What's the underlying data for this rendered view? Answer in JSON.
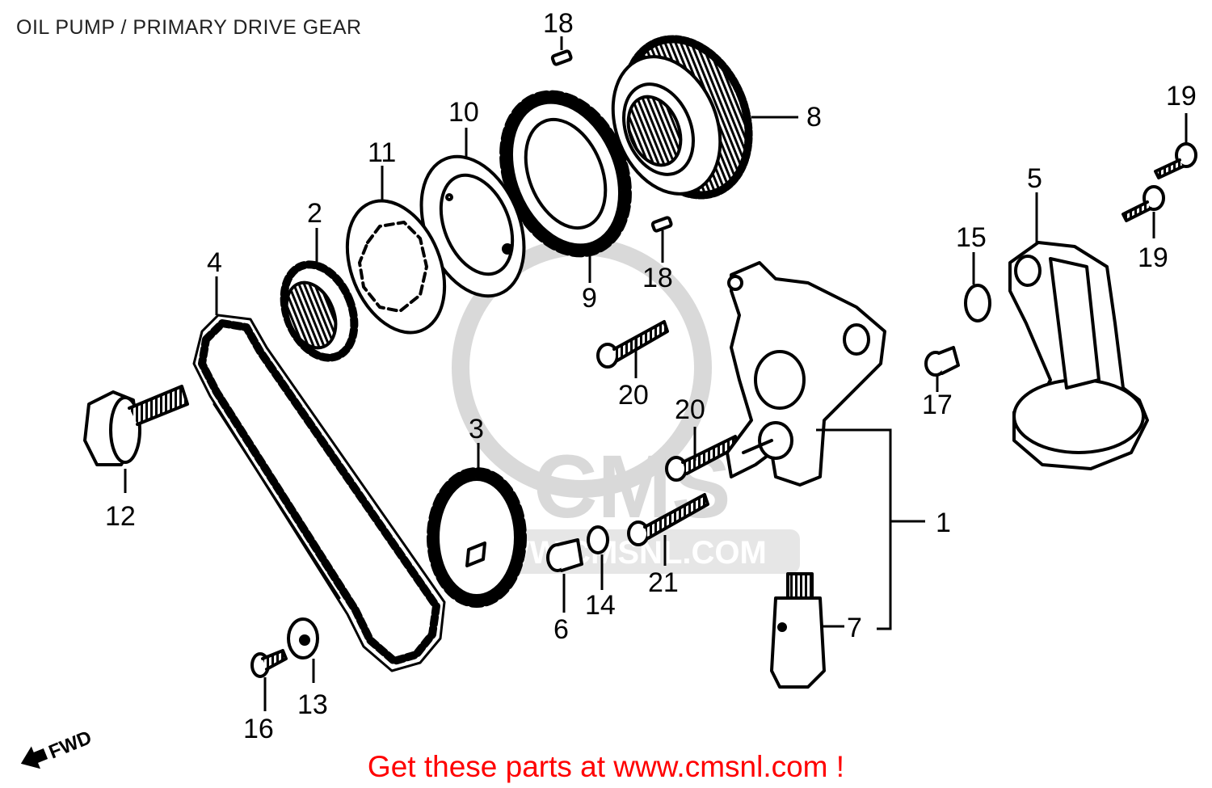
{
  "title": "OIL PUMP / PRIMARY DRIVE GEAR",
  "cta": "Get these parts at www.cmsnl.com !",
  "fwd_label": "FWD",
  "watermark": {
    "logo": "CMS",
    "url": "WWW.CMSNL.COM"
  },
  "colors": {
    "text": "#222222",
    "cta": "#ff0000",
    "line": "#000000",
    "watermark": "#d9d9d9"
  },
  "callouts": [
    "1",
    "2",
    "3",
    "4",
    "5",
    "6",
    "7",
    "8",
    "9",
    "10",
    "11",
    "12",
    "13",
    "14",
    "15",
    "16",
    "17",
    "18",
    "18",
    "19",
    "19",
    "20",
    "20",
    "21"
  ]
}
